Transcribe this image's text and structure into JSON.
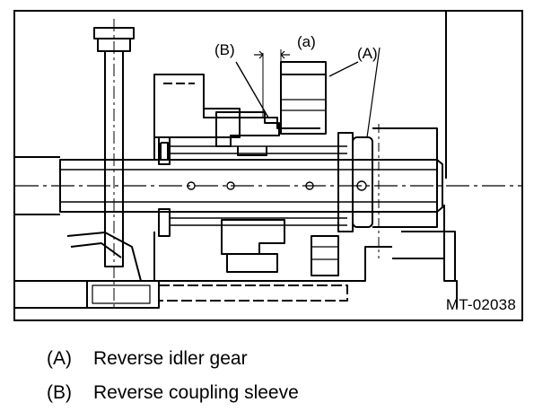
{
  "figure": {
    "code": "MT-02038",
    "callouts": {
      "b": "(B)",
      "a_dim": "(a)",
      "a": "(A)"
    }
  },
  "legend": [
    {
      "key": "(A)",
      "label": "Reverse idler gear"
    },
    {
      "key": "(B)",
      "label": "Reverse coupling sleeve"
    }
  ]
}
